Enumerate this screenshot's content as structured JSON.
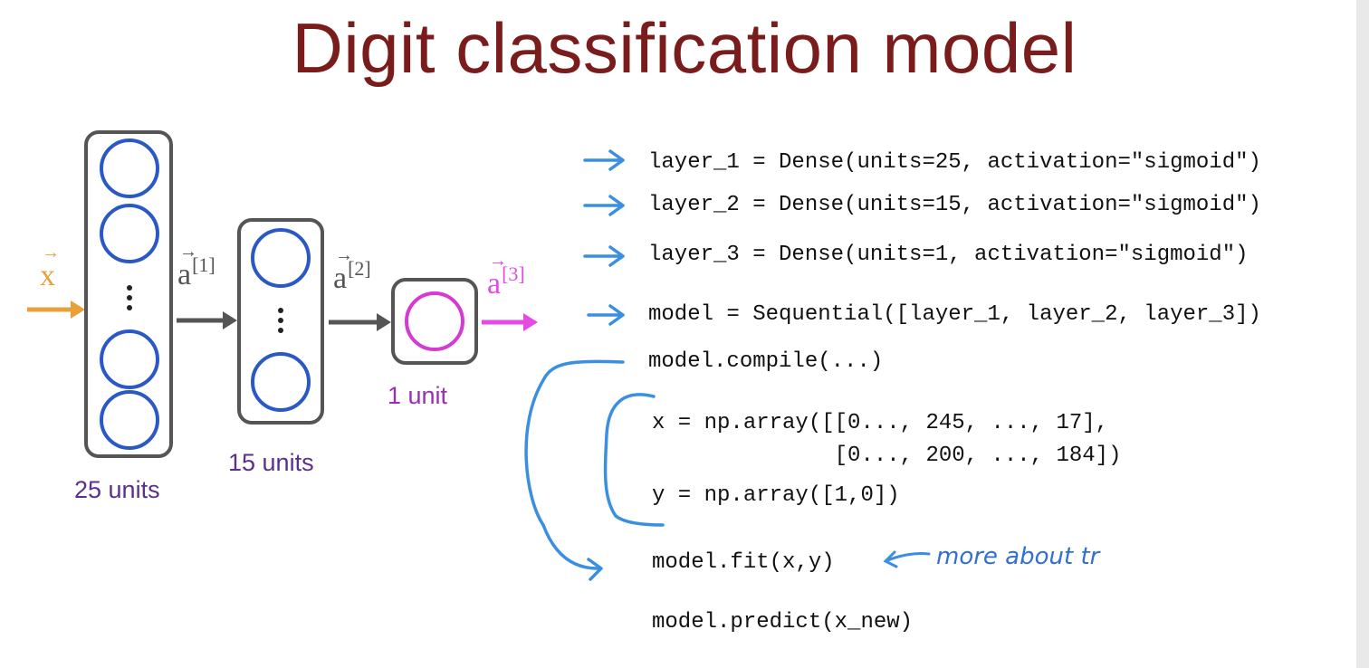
{
  "title": "Digit classification model",
  "diagram": {
    "input_label": "x",
    "activations": [
      {
        "base": "a",
        "sup": "[1]"
      },
      {
        "base": "a",
        "sup": "[2]"
      },
      {
        "base": "a",
        "sup": "[3]"
      }
    ],
    "layers": [
      {
        "label": "25 units",
        "color": "#5b2f8a"
      },
      {
        "label": "15 units",
        "color": "#5b2f8a"
      },
      {
        "label": "1 unit",
        "color": "#9a2fb0"
      }
    ],
    "colors": {
      "input": "#e8a03a",
      "neuron": "#2a58c7",
      "output_neuron": "#d43ad4",
      "output_arrow": "#e34be3",
      "frame": "#555555",
      "arrow": "#555555",
      "code_arrow": "#3b8fe0",
      "title": "#7a1c1c"
    }
  },
  "code_lines": [
    "layer_1 = Dense(units=25, activation=\"sigmoid\")",
    "layer_2 = Dense(units=15, activation=\"sigmoid\")",
    "layer_3 = Dense(units=1, activation=\"sigmoid\")",
    "model = Sequential([layer_1, layer_2, layer_3])",
    "model.compile(...)",
    "x = np.array([[0..., 245, ..., 17],",
    "              [0..., 200, ..., 184])",
    "y = np.array([1,0])",
    "model.fit(x,y)",
    "model.predict(x_new)"
  ],
  "annotation": "more about tr"
}
